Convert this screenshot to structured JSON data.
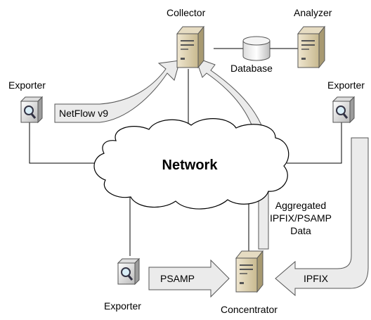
{
  "nodes": {
    "collector": "Collector",
    "analyzer": "Analyzer",
    "database": "Database",
    "exporter_left": "Exporter",
    "exporter_right": "Exporter",
    "exporter_bottom": "Exporter",
    "concentrator": "Concentrator"
  },
  "network": "Network",
  "flows": {
    "netflow": "NetFlow v9",
    "psamp": "PSAMP",
    "ipfix": "IPFIX",
    "aggregated_line1": "Aggregated",
    "aggregated_line2": "IPFIX/PSAMP",
    "aggregated_line3": "Data"
  }
}
